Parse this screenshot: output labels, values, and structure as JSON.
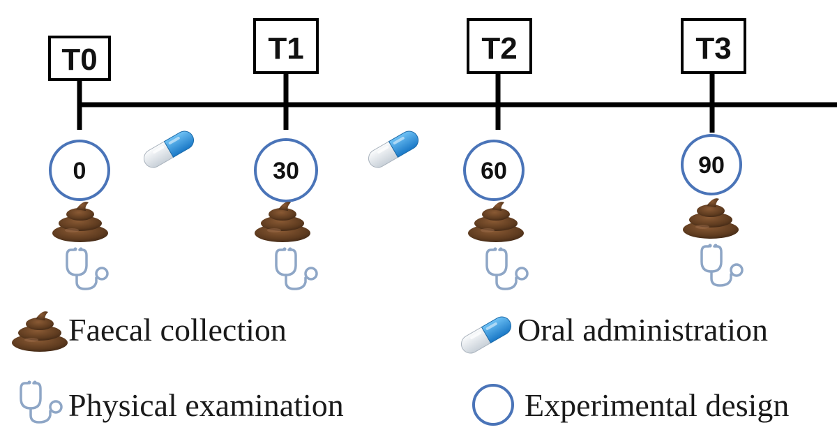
{
  "timepoints": [
    {
      "label": "T0",
      "day": "0"
    },
    {
      "label": "T1",
      "day": "30"
    },
    {
      "label": "T2",
      "day": "60"
    },
    {
      "label": "T3",
      "day": "90"
    }
  ],
  "legend": {
    "faecal": "Faecal collection",
    "oral": "Oral administration",
    "physical": "Physical examination",
    "experimental": "Experimental design"
  },
  "colors": {
    "line": "#000000",
    "circle": "#4a74b8",
    "poop": "#6b4423",
    "pill_blue": "#2a8fd9",
    "pill_white": "#e4e8ec",
    "stethoscope": "#8ea6c6"
  },
  "icons": {
    "poop": "faecal-collection-icon",
    "pill": "pill-icon",
    "stethoscope": "stethoscope-icon",
    "circle": "experimental-design-circle-icon"
  }
}
